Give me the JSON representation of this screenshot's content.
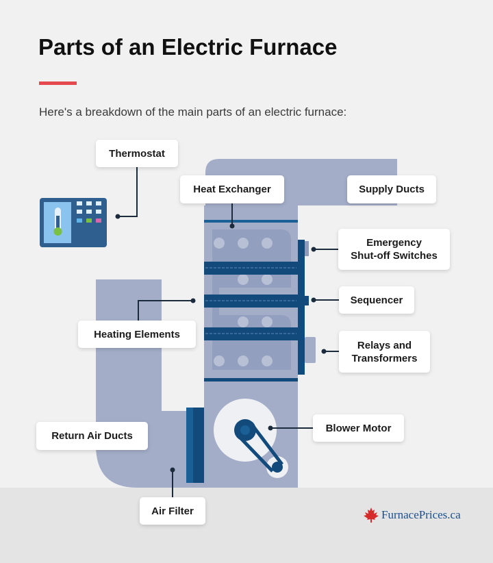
{
  "title": "Parts of an Electric Furnace",
  "subtitle": "Here's a breakdown of the main parts of an electric furnace:",
  "labels": {
    "thermostat": "Thermostat",
    "heat_exchanger": "Heat Exchanger",
    "supply_ducts": "Supply Ducts",
    "emergency_line1": "Emergency",
    "emergency_line2": "Shut-off Switches",
    "sequencer": "Sequencer",
    "heating_elements": "Heating Elements",
    "relays_line1": "Relays and",
    "relays_line2": "Transformers",
    "blower_motor": "Blower Motor",
    "return_air_ducts": "Return Air Ducts",
    "air_filter": "Air Filter"
  },
  "logo": "FurnacePrices.ca",
  "colors": {
    "accent_red": "#e5484d",
    "duct": "#a3adc8",
    "dark_blue": "#134a7c",
    "filter_blue": "#1a5f95"
  }
}
